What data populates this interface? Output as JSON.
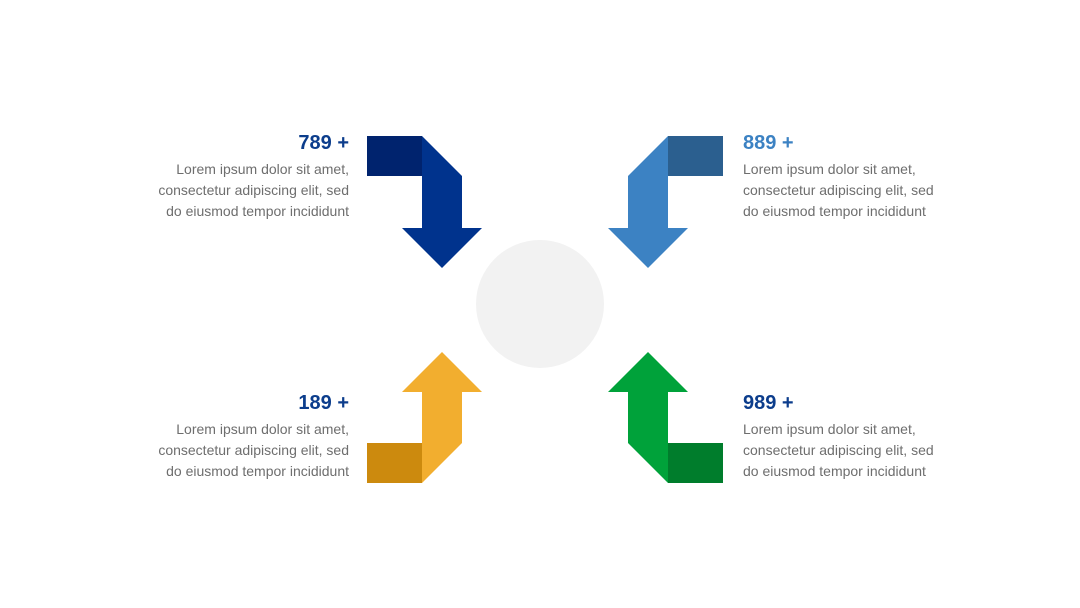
{
  "colors": {
    "background": "#ffffff",
    "center_circle": "#f2f2f2",
    "text_gray": "#6e6e6e",
    "navy": "#00338d",
    "navy_dark": "#00236e",
    "sky": "#3c82c3",
    "sky_dark": "#2b5f8f",
    "amber": "#f2ae2f",
    "amber_dark": "#cc8a0e",
    "green": "#00a23a",
    "green_dark": "#007d2c"
  },
  "items": {
    "top_left": {
      "value": "789 +",
      "value_color": "#0c3d8c",
      "lines": [
        "Lorem ipsum dolor sit amet,",
        "consectetur adipiscing elit, sed",
        "do eiusmod tempor incididunt"
      ]
    },
    "top_right": {
      "value": "889 +",
      "value_color": "#3c82c3",
      "lines": [
        "Lorem ipsum dolor sit amet,",
        "consectetur adipiscing elit, sed",
        "do eiusmod tempor incididunt"
      ]
    },
    "bottom_left": {
      "value": "189 +",
      "value_color": "#0c3d8c",
      "lines": [
        "Lorem ipsum dolor sit amet,",
        "consectetur adipiscing elit, sed",
        "do eiusmod tempor incididunt"
      ]
    },
    "bottom_right": {
      "value": "989 +",
      "value_color": "#0c3d8c",
      "lines": [
        "Lorem ipsum dolor sit amet,",
        "consectetur adipiscing elit, sed",
        "do eiusmod tempor incididunt"
      ]
    }
  }
}
